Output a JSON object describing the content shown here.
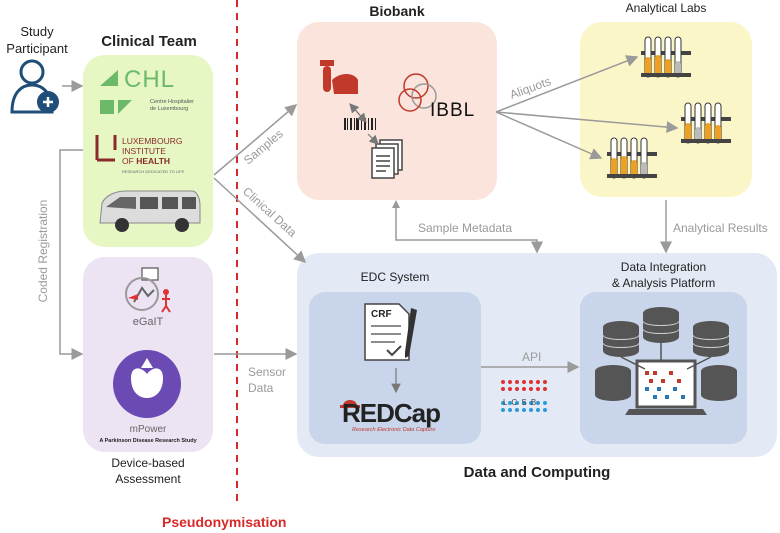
{
  "participant": {
    "label_line1": "Study",
    "label_line2": "Participant"
  },
  "clinical_team": {
    "title": "Clinical Team",
    "chl": {
      "name": "CHL",
      "sub1": "Centre Hospitalier",
      "sub2": "de Luxembourg"
    },
    "lih": {
      "line1": "LUXEMBOURG",
      "line2": "INSTITUTE",
      "line3": "OF",
      "line3b": "HEALTH",
      "tagline": "RESEARCH DEDICATED TO LIFE"
    }
  },
  "device_assessment": {
    "egait": "eGaIT",
    "mpower": "mPower",
    "mpower_sub": "A Parkinson Disease Research Study",
    "label_line1": "Device-based",
    "label_line2": "Assessment"
  },
  "biobank": {
    "title": "Biobank",
    "ibbl": "IBBL"
  },
  "analytical_labs": {
    "title": "Analytical Labs"
  },
  "data_computing": {
    "title": "Data and Computing",
    "edc": {
      "title": "EDC System",
      "crf": "CRF",
      "redcap": "REDCap",
      "redcap_sub": "Research Electronic Data Capture"
    },
    "platform": {
      "title_line1": "Data Integration",
      "title_line2": "& Analysis Platform"
    },
    "lcsb": "L C S B"
  },
  "flows": {
    "coded_registration": "Coded Registration",
    "samples": "Samples",
    "clinical_data": "Clinical Data",
    "aliquots": "Aliquots",
    "sample_metadata": "Sample Metadata",
    "analytical_results": "Analytical Results",
    "sensor_data_1": "Sensor",
    "sensor_data_2": "Data",
    "api": "API"
  },
  "pseudonymisation": "Pseudonymisation",
  "colors": {
    "clinical_bg": "#e6f7c4",
    "device_bg": "#ece3f3",
    "biobank_bg": "#fbe4dc",
    "labs_bg": "#fbf6c8",
    "dc_bg": "#e4eaf5",
    "inner_bg": "#c9d5ea",
    "chl_green": "#6db96a",
    "ibbl_red": "#c0392b",
    "divider_red": "#d62a2a",
    "arrow_gray": "#9a9a9a"
  }
}
